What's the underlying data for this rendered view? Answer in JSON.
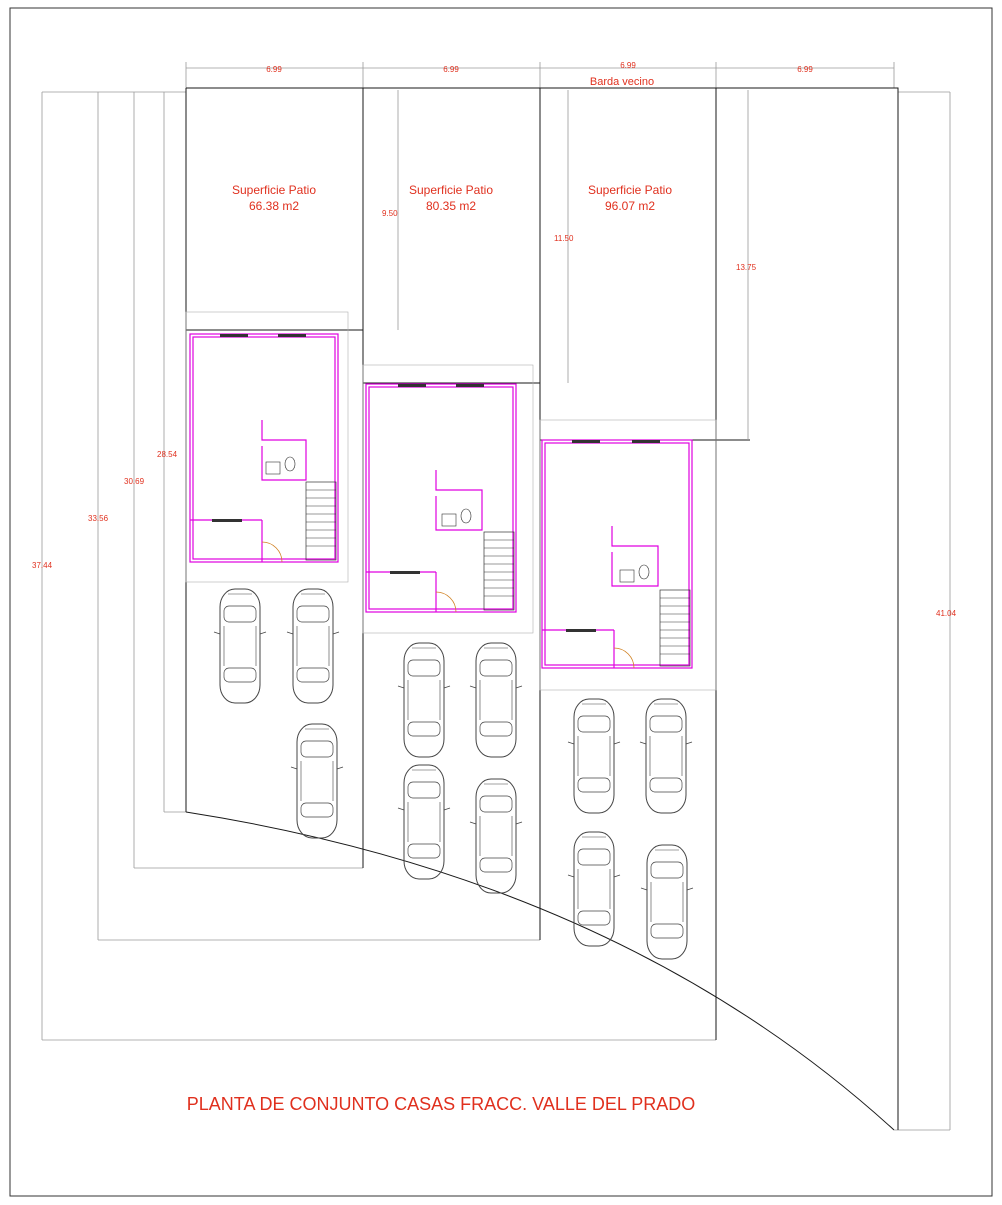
{
  "plan": {
    "title": "PLANTA DE CONJUNTO CASAS FRACC. VALLE DEL PRADO",
    "neighbor_wall_label": "Barda vecino",
    "top_widths": [
      "6.99",
      "6.99",
      "6.99",
      "6.99"
    ],
    "patios": [
      {
        "label": "Superficie Patio",
        "area": "66.38 m2"
      },
      {
        "label": "Superficie Patio",
        "area": "80.35 m2"
      },
      {
        "label": "Superficie Patio",
        "area": "96.07 m2"
      }
    ],
    "patio_depths": [
      "9.50",
      "11.50",
      "13.75"
    ],
    "left_dimensions": [
      "37.44",
      "33.56",
      "30.69",
      "28.54"
    ],
    "right_dimension": "41.04"
  },
  "colors": {
    "dimension_text": "#e0301e",
    "walls": "#e000e0",
    "lines": "#1a1a1a"
  }
}
